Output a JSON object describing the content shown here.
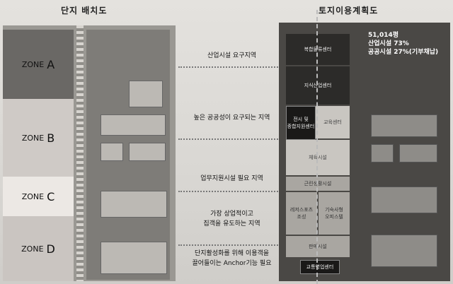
{
  "titles": {
    "left": "단지 배치도",
    "right": "토지이용계획도"
  },
  "zones": [
    {
      "prefix": "ZONE",
      "letter": "A"
    },
    {
      "prefix": "ZONE",
      "letter": "B"
    },
    {
      "prefix": "ZONE",
      "letter": "C"
    },
    {
      "prefix": "ZONE",
      "letter": "D"
    }
  ],
  "notes": [
    "산업시설 요구지역",
    "높은 공공성이 요구되는 지역",
    "업무지원시설 필요 지역",
    "가장 상업적이고\n집객을 유도하는 지역",
    "단지활성화를 위해 이용객을\n끌어들이는 Anchor기능 필요"
  ],
  "stats": {
    "area": "51,014평",
    "industrial": "산업시설 73%",
    "public": "공공시설 27%(기부채납)"
  },
  "land_use": [
    "복합물류센터",
    "지식산업센터",
    "전시 및\n종합지원센터",
    "교육센터",
    "체육시설",
    "근린생활시설",
    "레저스포츠\n조성",
    "기숙사형\n오피스텔",
    "판매시설",
    "교통영업센터"
  ]
}
